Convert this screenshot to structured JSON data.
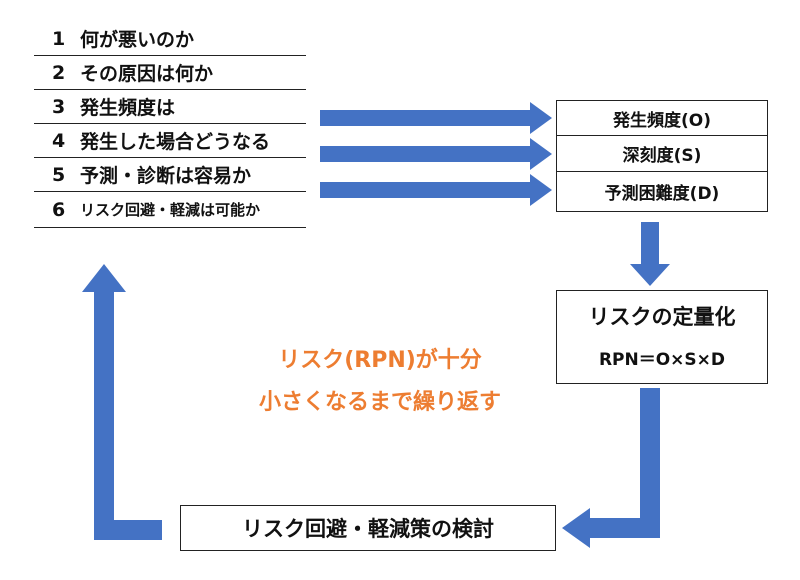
{
  "list": {
    "items": [
      {
        "num": "1",
        "text": "何が悪いのか"
      },
      {
        "num": "2",
        "text": "その原因は何か"
      },
      {
        "num": "3",
        "text": "発生頻度は"
      },
      {
        "num": "4",
        "text": "発生した場合どうなる"
      },
      {
        "num": "5",
        "text": "予測・診断は容易か"
      },
      {
        "num": "6",
        "text": "リスク回避・軽減は可能か"
      }
    ]
  },
  "ratings": {
    "occurrence": "発生頻度(O)",
    "severity": "深刻度(S)",
    "detection": "予測困難度(D)"
  },
  "quantify": {
    "title": "リスクの定量化",
    "formula": "RPN＝O×S×D"
  },
  "loop_note": {
    "line1": "リスク(RPN)が十分",
    "line2": "小さくなるまで繰り返す"
  },
  "action_box": "リスク回避・軽減策の検討",
  "colors": {
    "arrow": "#4472c4",
    "note_text": "#ed7d31",
    "border": "#222222"
  }
}
